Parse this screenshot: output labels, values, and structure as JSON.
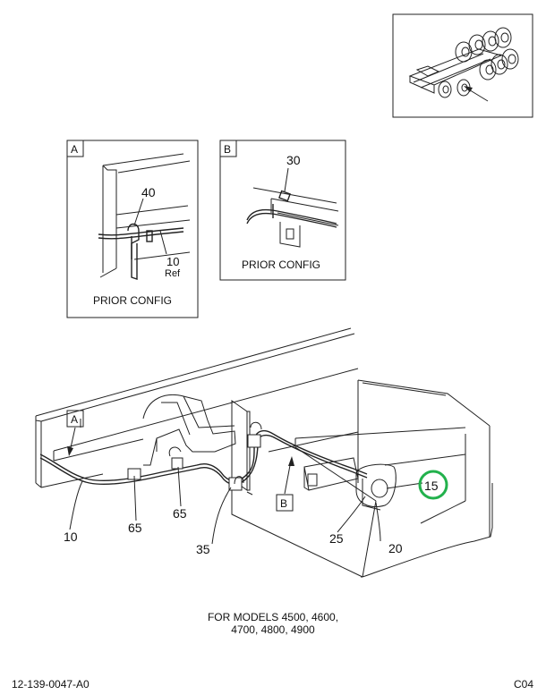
{
  "inset_a": {
    "letter": "A",
    "caption": "PRIOR CONFIG",
    "callouts": [
      "40",
      "10",
      "Ref"
    ]
  },
  "inset_b": {
    "letter": "B",
    "caption": "PRIOR CONFIG",
    "callouts": [
      "30"
    ]
  },
  "main": {
    "view_tags": [
      "A",
      "B"
    ],
    "callouts": [
      "10",
      "65",
      "65",
      "35",
      "25",
      "20",
      "15"
    ],
    "highlight_color": "#22b14c"
  },
  "footer": {
    "models_line1": "FOR MODELS 4500, 4600,",
    "models_line2": "4700, 4800, 4900",
    "part_number": "12-139-0047-A0",
    "sheet_code": "C04"
  }
}
